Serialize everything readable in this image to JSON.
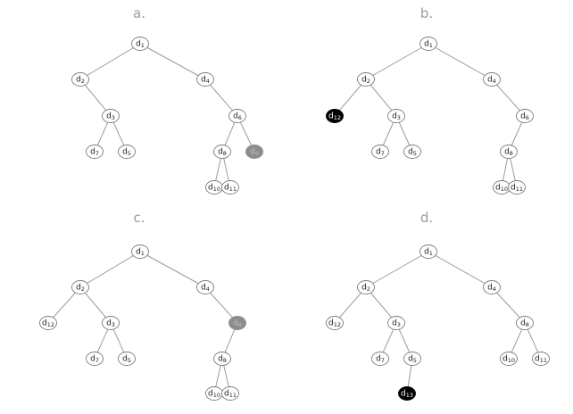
{
  "colors": {
    "white_node": "#ffffff",
    "black_node": "#000000",
    "gray_node": "#8c8c8c",
    "edge": "#9c9c9c",
    "label": "#9a9a9a"
  },
  "panels": [
    {
      "label": "a.",
      "nodes": [
        {
          "id": "1",
          "base": "d",
          "sub": "1",
          "style": "white"
        },
        {
          "id": "2",
          "base": "d",
          "sub": "2",
          "style": "white"
        },
        {
          "id": "4",
          "base": "d",
          "sub": "4",
          "style": "white"
        },
        {
          "id": "3",
          "base": "d",
          "sub": "3",
          "style": "white"
        },
        {
          "id": "6",
          "base": "d",
          "sub": "6",
          "style": "white"
        },
        {
          "id": "7",
          "base": "d",
          "sub": "7",
          "style": "white"
        },
        {
          "id": "5",
          "base": "d",
          "sub": "5",
          "style": "white"
        },
        {
          "id": "8",
          "base": "d",
          "sub": "8",
          "style": "white"
        },
        {
          "id": "9",
          "base": "d",
          "sub": "9",
          "style": "gray"
        },
        {
          "id": "10",
          "base": "d",
          "sub": "10",
          "style": "white"
        },
        {
          "id": "11",
          "base": "d",
          "sub": "11",
          "style": "white"
        }
      ],
      "edges": [
        [
          "1",
          "2"
        ],
        [
          "1",
          "4"
        ],
        [
          "2",
          "3"
        ],
        [
          "4",
          "6"
        ],
        [
          "3",
          "7"
        ],
        [
          "3",
          "5"
        ],
        [
          "6",
          "8"
        ],
        [
          "6",
          "9"
        ],
        [
          "8",
          "10"
        ],
        [
          "8",
          "11"
        ]
      ]
    },
    {
      "label": "b.",
      "nodes": [
        {
          "id": "1",
          "base": "d",
          "sub": "1",
          "style": "white"
        },
        {
          "id": "2",
          "base": "d",
          "sub": "2",
          "style": "white"
        },
        {
          "id": "4",
          "base": "d",
          "sub": "4",
          "style": "white"
        },
        {
          "id": "12",
          "base": "d",
          "sub": "12",
          "style": "black"
        },
        {
          "id": "3",
          "base": "d",
          "sub": "3",
          "style": "white"
        },
        {
          "id": "6",
          "base": "d",
          "sub": "6",
          "style": "white"
        },
        {
          "id": "7",
          "base": "d",
          "sub": "7",
          "style": "white"
        },
        {
          "id": "5",
          "base": "d",
          "sub": "5",
          "style": "white"
        },
        {
          "id": "8",
          "base": "d",
          "sub": "8",
          "style": "white"
        },
        {
          "id": "10",
          "base": "d",
          "sub": "10",
          "style": "white"
        },
        {
          "id": "11",
          "base": "d",
          "sub": "11",
          "style": "white"
        }
      ],
      "edges": [
        [
          "1",
          "2"
        ],
        [
          "1",
          "4"
        ],
        [
          "2",
          "12"
        ],
        [
          "2",
          "3"
        ],
        [
          "4",
          "6"
        ],
        [
          "3",
          "7"
        ],
        [
          "3",
          "5"
        ],
        [
          "6",
          "8"
        ],
        [
          "8",
          "10"
        ],
        [
          "8",
          "11"
        ]
      ]
    },
    {
      "label": "c.",
      "nodes": [
        {
          "id": "1",
          "base": "d",
          "sub": "1",
          "style": "white"
        },
        {
          "id": "2",
          "base": "d",
          "sub": "2",
          "style": "white"
        },
        {
          "id": "4",
          "base": "d",
          "sub": "4",
          "style": "white"
        },
        {
          "id": "12",
          "base": "d",
          "sub": "12",
          "style": "white"
        },
        {
          "id": "3",
          "base": "d",
          "sub": "3",
          "style": "white"
        },
        {
          "id": "6",
          "base": "d",
          "sub": "6",
          "style": "gray"
        },
        {
          "id": "7",
          "base": "d",
          "sub": "7",
          "style": "white"
        },
        {
          "id": "5",
          "base": "d",
          "sub": "5",
          "style": "white"
        },
        {
          "id": "8",
          "base": "d",
          "sub": "8",
          "style": "white"
        },
        {
          "id": "10",
          "base": "d",
          "sub": "10",
          "style": "white"
        },
        {
          "id": "11",
          "base": "d",
          "sub": "11",
          "style": "white"
        }
      ],
      "edges": [
        [
          "1",
          "2"
        ],
        [
          "1",
          "4"
        ],
        [
          "2",
          "12"
        ],
        [
          "2",
          "3"
        ],
        [
          "4",
          "6"
        ],
        [
          "3",
          "7"
        ],
        [
          "3",
          "5"
        ],
        [
          "6",
          "8"
        ],
        [
          "8",
          "10"
        ],
        [
          "8",
          "11"
        ]
      ]
    },
    {
      "label": "d.",
      "nodes": [
        {
          "id": "1",
          "base": "d",
          "sub": "1",
          "style": "white"
        },
        {
          "id": "2",
          "base": "d",
          "sub": "2",
          "style": "white"
        },
        {
          "id": "4",
          "base": "d",
          "sub": "4",
          "style": "white"
        },
        {
          "id": "12",
          "base": "d",
          "sub": "12",
          "style": "white"
        },
        {
          "id": "3",
          "base": "d",
          "sub": "3",
          "style": "white"
        },
        {
          "id": "8",
          "base": "d",
          "sub": "8",
          "style": "white"
        },
        {
          "id": "7",
          "base": "d",
          "sub": "7",
          "style": "white"
        },
        {
          "id": "5",
          "base": "d",
          "sub": "5",
          "style": "white"
        },
        {
          "id": "10",
          "base": "d",
          "sub": "10",
          "style": "white"
        },
        {
          "id": "11",
          "base": "d",
          "sub": "11",
          "style": "white"
        },
        {
          "id": "13",
          "base": "d",
          "sub": "13",
          "style": "black"
        }
      ],
      "edges": [
        [
          "1",
          "2"
        ],
        [
          "1",
          "4"
        ],
        [
          "2",
          "12"
        ],
        [
          "2",
          "3"
        ],
        [
          "4",
          "8"
        ],
        [
          "3",
          "7"
        ],
        [
          "3",
          "5"
        ],
        [
          "8",
          "10"
        ],
        [
          "8",
          "11"
        ],
        [
          "5",
          "13"
        ]
      ]
    }
  ]
}
